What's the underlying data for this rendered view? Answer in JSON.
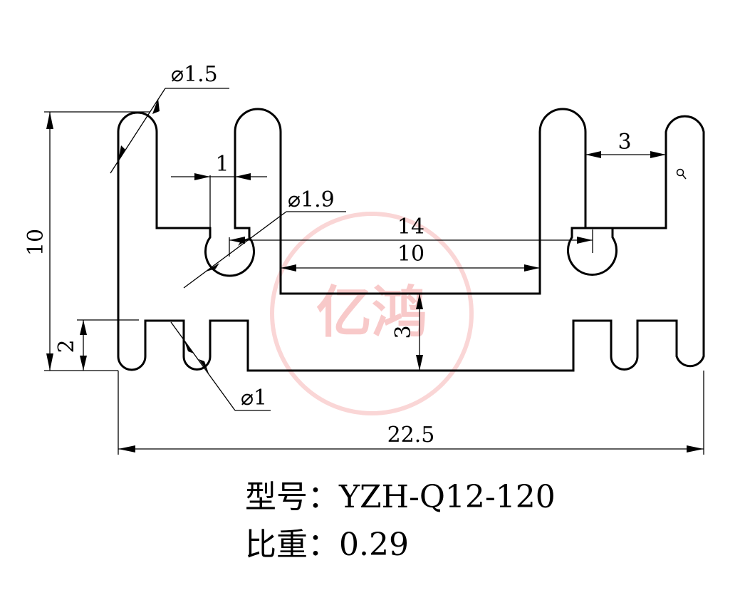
{
  "dimensions": {
    "top_radius": "⌀1.5",
    "slot_width": "1",
    "hole_diameter": "⌀1.9",
    "inner_width_outer": "14",
    "inner_width_inner": "10",
    "fin_gap": "3",
    "total_height": "10",
    "fin_height": "2",
    "base_thickness": "3",
    "fin_radius": "⌀1",
    "total_width": "22.5"
  },
  "caption": {
    "model_label": "型号：",
    "model_value": "YZH-Q12-120",
    "density_label": "比重：",
    "density_value": "0.29"
  },
  "watermark": {
    "text": "亿鸿",
    "color": "#f08a8a"
  },
  "icons": {
    "small_mark": "magnifier-icon"
  }
}
